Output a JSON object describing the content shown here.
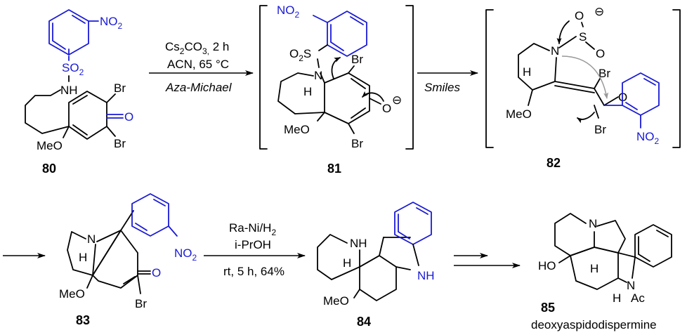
{
  "compounds": {
    "c80": {
      "number": "80",
      "nitro": "NO",
      "nitro_sub": "2",
      "so2": "SO",
      "so2_sub": "2",
      "nh": "NH",
      "br_top": "Br",
      "br_bottom": "Br",
      "oxo": "O",
      "meo": "MeO"
    },
    "c81": {
      "number": "81",
      "nitro": "O",
      "nitro_mid": "2",
      "nitro_end": "N",
      "o2s": "O",
      "o2s_sub": "2",
      "o2s_s": "S",
      "n": "N",
      "h": "H",
      "br_top": "Br",
      "br_bottom": "Br",
      "o_anion": "O",
      "charge": "⊖",
      "meo": "MeO"
    },
    "c82": {
      "number": "82",
      "n": "N",
      "s": "S",
      "o": "O",
      "charge": "⊖",
      "h": "H",
      "br_top": "Br",
      "br_bottom": "Br",
      "o_ring": "O",
      "meo": "MeO",
      "nitro": "NO",
      "nitro_sub": "2"
    },
    "c83": {
      "number": "83",
      "n": "N",
      "h": "H",
      "nitro": "NO",
      "nitro_sub": "2",
      "oxo": "O",
      "br": "Br",
      "meo": "MeO"
    },
    "c84": {
      "number": "84",
      "nh": "NH",
      "h": "H",
      "nh_indole": "NH",
      "meo": "MeO"
    },
    "c85": {
      "number": "85",
      "name": "deoxyaspidodispermine",
      "n": "N",
      "ho": "HO",
      "h": "H",
      "h2": "H",
      "nac": "N",
      "ac": "Ac"
    }
  },
  "arrows": {
    "a1": {
      "reagent_line1": "Cs",
      "reagent_line1_sub": "2",
      "reagent_line1_rest": "CO",
      "reagent_line1_sub2": "3,",
      "reagent_line1_end": " 2 h",
      "reagent_line2": "ACN, 65 °C",
      "label": "Aza-Michael"
    },
    "a2": {
      "label": "Smiles"
    },
    "a4": {
      "reagent_line1": "Ra-Ni/H",
      "reagent_line1_sub": "2",
      "reagent_line2": "i-PrOH",
      "reagent_line3": "rt, 5 h, 64%"
    }
  },
  "colors": {
    "highlight": "#1a1ad6",
    "bond": "#000000",
    "curly_grey": "#999999"
  }
}
